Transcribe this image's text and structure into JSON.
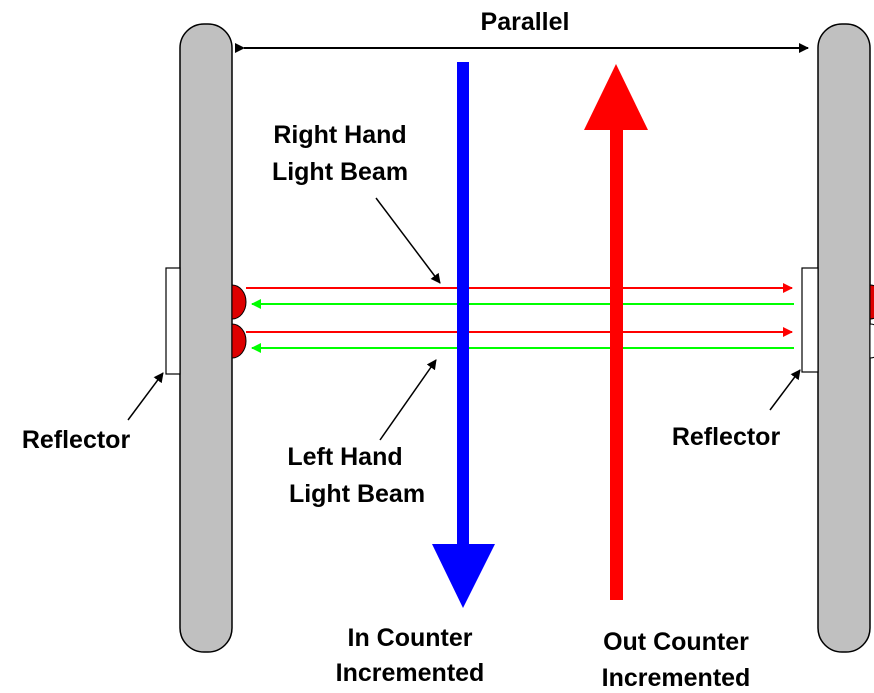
{
  "labels": {
    "parallel": "Parallel",
    "right_beam_line1": "Right Hand",
    "right_beam_line2": "Light Beam",
    "left_beam_line1": "Left Hand",
    "left_beam_line2": "Light Beam",
    "reflector_left": "Reflector",
    "reflector_right": "Reflector",
    "in_counter_line1": "In Counter",
    "in_counter_line2": "Incremented",
    "out_counter_line1": "Out Counter",
    "out_counter_line2": "Incremented"
  },
  "colors": {
    "post_fill": "#c0c0c0",
    "emitted_beam": "#ff0000",
    "reflected_beam": "#00ff00",
    "in_arrow": "#0000ff",
    "out_arrow": "#ff0000",
    "sensor": "#dd0000"
  }
}
